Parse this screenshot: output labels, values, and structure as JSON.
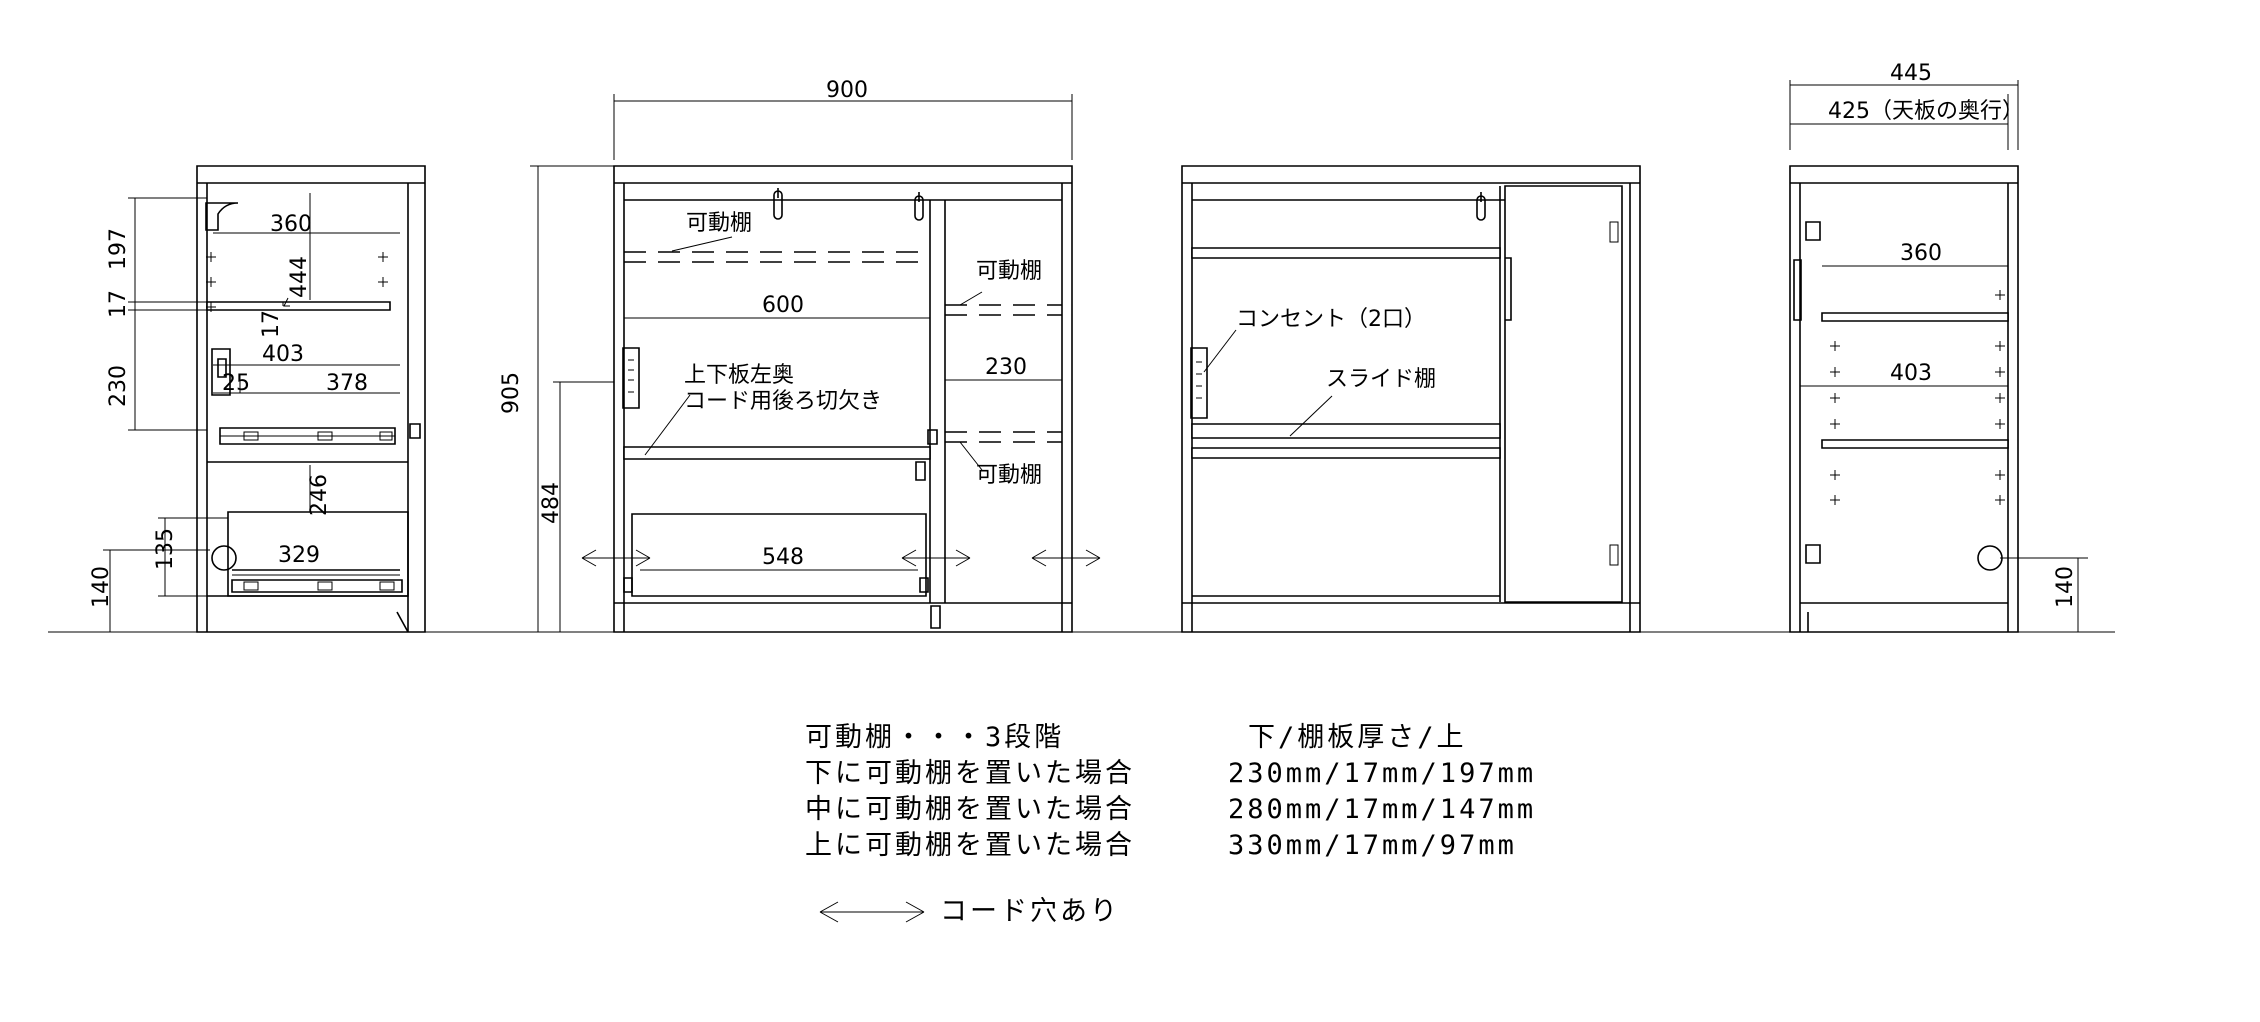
{
  "dimensions": {
    "left_360": "360",
    "left_444": "444",
    "left_197": "197",
    "left_17a": "17",
    "left_17b": "17",
    "left_403": "403",
    "left_25": "25",
    "left_378": "378",
    "left_230": "230",
    "left_246": "246",
    "left_329": "329",
    "left_135": "135",
    "left_140": "140",
    "front_900": "900",
    "front_600": "600",
    "front_230": "230",
    "front_548": "548",
    "front_905": "905",
    "front_484": "484",
    "right_445": "445",
    "right_425": "425（天板の奥行）",
    "right_360": "360",
    "right_403": "403",
    "right_140": "140"
  },
  "labels": {
    "shelf_1": "可動棚",
    "shelf_2": "可動棚",
    "shelf_3": "可動棚",
    "cutout_line1": "上下板左奥",
    "cutout_line2": "コード用後ろ切欠き",
    "outlet": "コンセント（2口）",
    "slide_shelf": "スライド棚"
  },
  "notes": {
    "row1_left": "可動棚・・・3段階",
    "row1_right": "下/棚板厚さ/上",
    "row2_left": "下に可動棚を置いた場合",
    "row2_right": "230mm/17mm/197mm",
    "row3_left": "中に可動棚を置いた場合",
    "row3_right": "280mm/17mm/147mm",
    "row4_left": "上に可動棚を置いた場合",
    "row4_right": "330mm/17mm/97mm",
    "legend": "コード穴あり"
  }
}
